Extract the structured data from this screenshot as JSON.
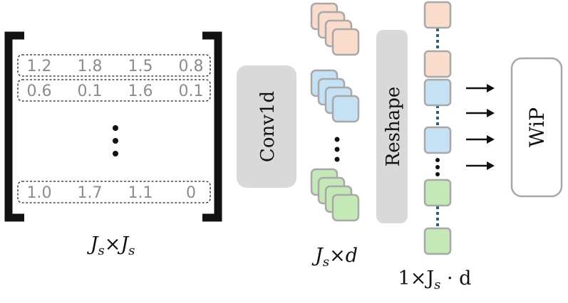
{
  "matrix": {
    "rows": [
      [
        "1.2",
        "1.8",
        "1.5",
        "0.8"
      ],
      [
        "0.6",
        "0.1",
        "1.6",
        "0.1"
      ],
      [
        "1.0",
        "1.7",
        "1.1",
        "0"
      ]
    ],
    "caption_main": "J",
    "caption_sub": "s",
    "caption_times": "×",
    "caption_main2": "J",
    "caption_sub2": "s"
  },
  "conv_label": "Conv1d",
  "stack_caption": {
    "main": "J",
    "sub": "s",
    "rest": "×d"
  },
  "reshape_label": "Reshape",
  "vector_caption": {
    "pre": "1×J",
    "sub": "s",
    "rest": " · d"
  },
  "wip_label": "WiP",
  "colors": {
    "peach": "#f9dccb",
    "blue": "#c4e2f3",
    "green": "#c4e8b6",
    "box_stroke": "#a8a8a8",
    "gray_block": "#d9d9d9",
    "dotted": "#2f5f7a"
  }
}
